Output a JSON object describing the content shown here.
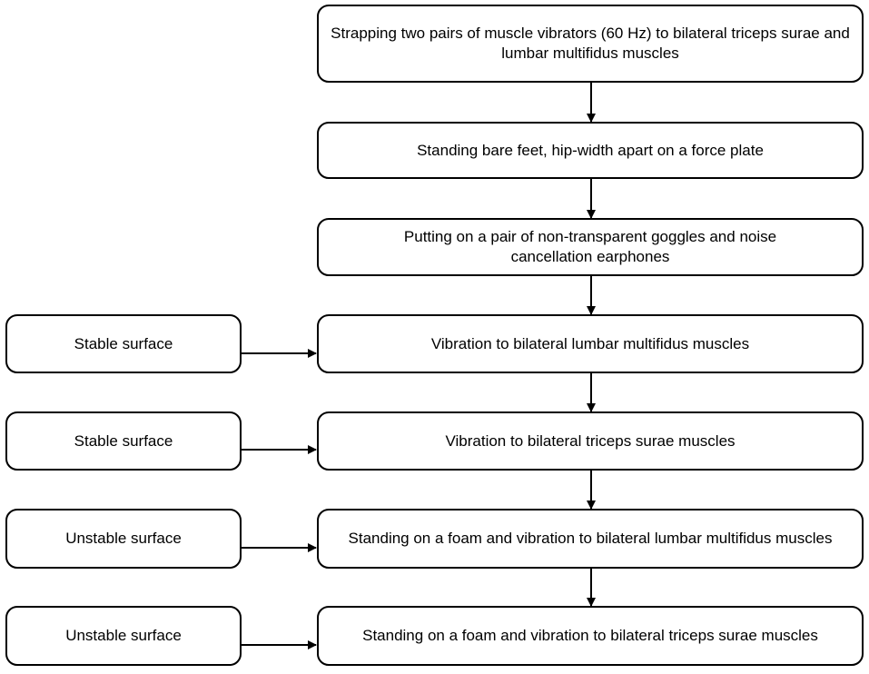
{
  "flowchart": {
    "steps": [
      {
        "text": "Strapping two pairs of muscle vibrators (60 Hz) to bilateral triceps surae and lumbar multifidus muscles"
      },
      {
        "text": "Standing bare feet, hip-width apart on a force plate"
      },
      {
        "text": "Putting on a pair of non-transparent goggles and noise cancellation earphones"
      },
      {
        "text": "Vibration to bilateral lumbar multifidus muscles"
      },
      {
        "text": "Vibration to bilateral triceps surae muscles"
      },
      {
        "text": "Standing on a foam and vibration to bilateral lumbar multifidus muscles"
      },
      {
        "text": "Standing on a foam and vibration to bilateral triceps surae muscles"
      }
    ],
    "conditions": [
      {
        "text": "Stable surface"
      },
      {
        "text": "Stable surface"
      },
      {
        "text": "Unstable surface"
      },
      {
        "text": "Unstable surface"
      }
    ]
  }
}
